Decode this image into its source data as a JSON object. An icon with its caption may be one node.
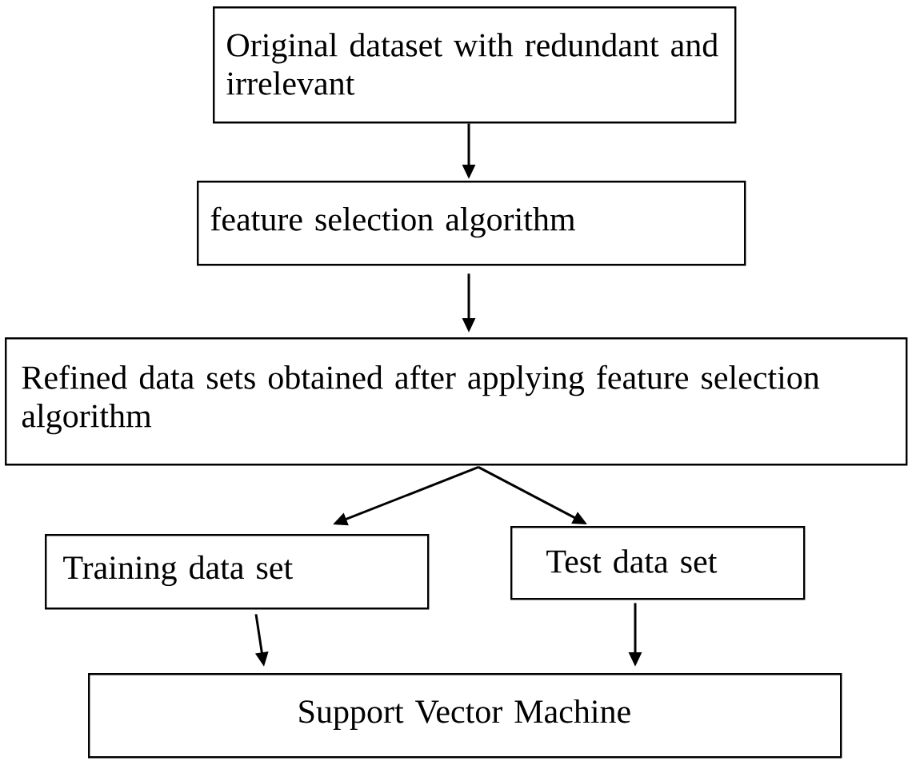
{
  "diagram": {
    "nodes": [
      {
        "text": [
          "Original dataset with redundant and irrelevant"
        ]
      },
      {
        "text": [
          "feature selection algorithm"
        ]
      },
      {
        "text": [
          "Refined data sets obtained after applying feature selection algorithm"
        ]
      },
      {
        "text": [
          "Training data set"
        ]
      },
      {
        "text": [
          "Test data set"
        ]
      },
      {
        "text": [
          "Support Vector Machine"
        ]
      }
    ],
    "edges": [
      {
        "from": 0,
        "to": 1,
        "arrow": "to"
      },
      {
        "from": 1,
        "to": 2,
        "arrow": "to"
      },
      {
        "from": 2,
        "to": 3,
        "arrow": "to"
      },
      {
        "from": 2,
        "to": 4,
        "arrow": "to"
      },
      {
        "from": 3,
        "to": 5,
        "arrow": "to"
      },
      {
        "from": 4,
        "to": 5,
        "arrow": "to"
      }
    ]
  }
}
